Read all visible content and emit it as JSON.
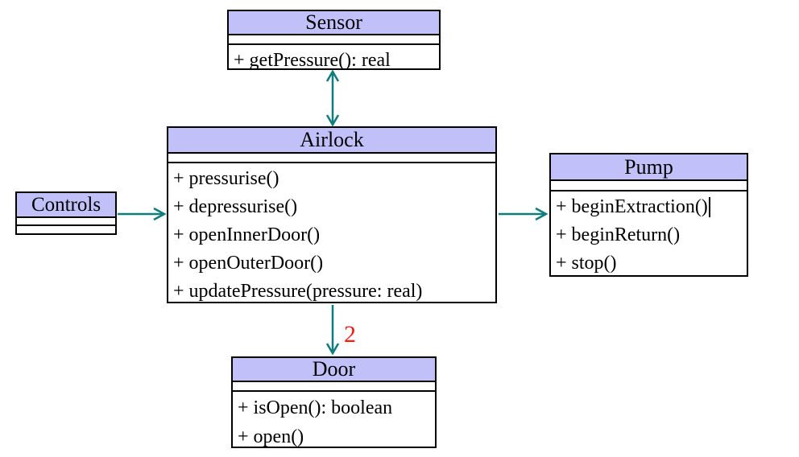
{
  "diagram_type": "uml-class-diagram",
  "colors": {
    "header_fill": "#c2c0f8",
    "box_border": "#000000",
    "box_fill": "#ffffff",
    "association": "#0d7d7d",
    "multiplicity": "#fb1a0d",
    "text": "#000000"
  },
  "classes": [
    {
      "name": "Sensor",
      "attributes": [],
      "methods": [
        "+ getPressure(): real"
      ]
    },
    {
      "name": "Airlock",
      "attributes": [],
      "methods": [
        "+ pressurise()",
        "+ depressurise()",
        "+ openInnerDoor()",
        "+ openOuterDoor()",
        "+ updatePressure(pressure: real)"
      ]
    },
    {
      "name": "Pump",
      "attributes": [],
      "methods": [
        "+ beginExtraction()",
        "+ beginReturn()",
        "+ stop()"
      ]
    },
    {
      "name": "Controls",
      "attributes": [],
      "methods": []
    },
    {
      "name": "Door",
      "attributes": [],
      "methods": [
        "+ isOpen(): boolean",
        "+ open()"
      ]
    }
  ],
  "associations": [
    {
      "from": "Sensor",
      "to": "Airlock",
      "arrowheads": "both"
    },
    {
      "from": "Controls",
      "to": "Airlock",
      "arrowheads": "end"
    },
    {
      "from": "Airlock",
      "to": "Pump",
      "arrowheads": "end"
    },
    {
      "from": "Airlock",
      "to": "Door",
      "arrowheads": "end",
      "multiplicity": "2"
    }
  ]
}
